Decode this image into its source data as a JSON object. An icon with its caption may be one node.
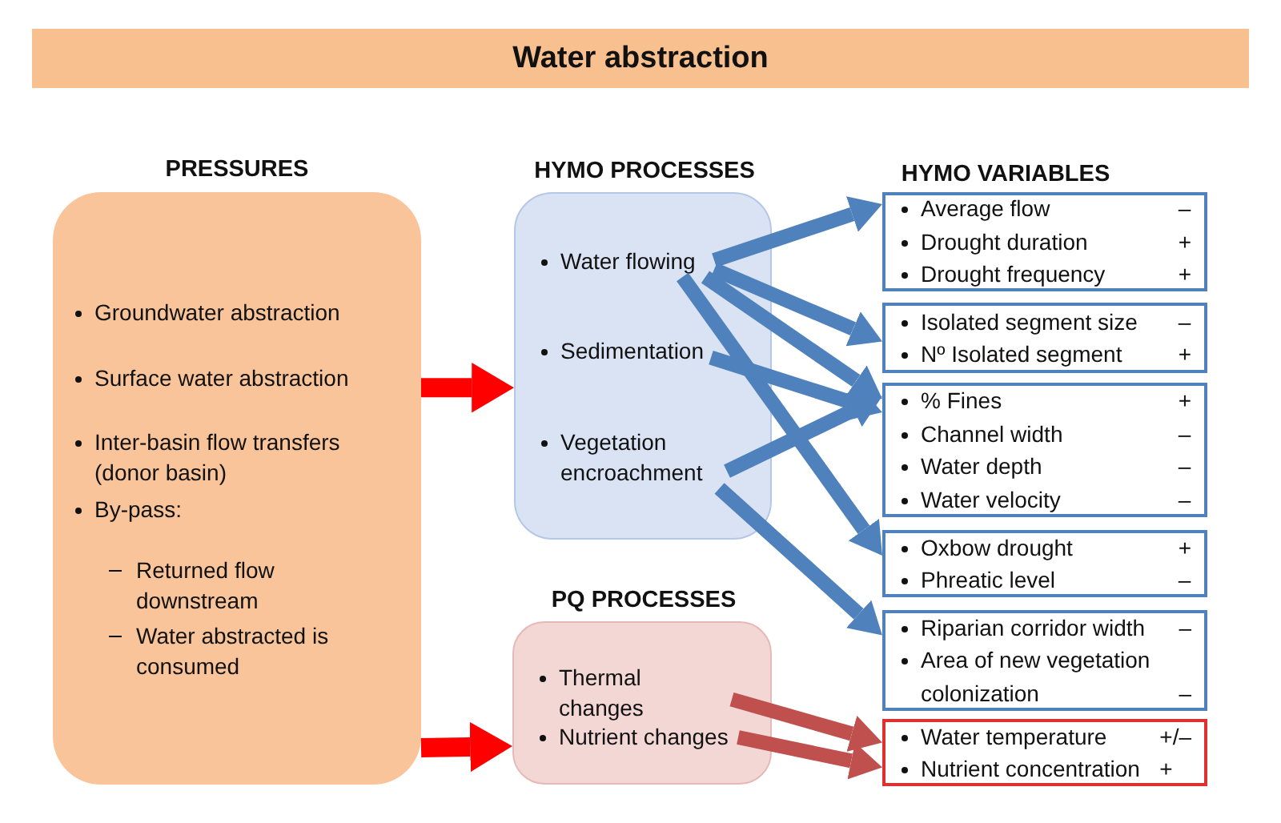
{
  "diagram": {
    "title": "Water abstraction",
    "nodes": [
      {
        "text": [
          "PRESSURES",
          "Groundwater abstraction",
          "Surface water abstraction",
          "Inter-basin flow transfers (donor basin)",
          "By-pass:",
          "Returned flow downstream",
          "Water abstracted is consumed"
        ]
      },
      {
        "text": [
          "HYMO PROCESSES"
        ]
      },
      {
        "text": [
          "Water flowing"
        ],
        "in": 1
      },
      {
        "text": [
          "Sedimentation"
        ],
        "in": 1
      },
      {
        "text": [
          "Vegetation encroachment"
        ],
        "in": 1
      },
      {
        "text": [
          "PQ PROCESSES"
        ]
      },
      {
        "text": [
          "Thermal changes"
        ],
        "in": 5
      },
      {
        "text": [
          "Nutrient changes"
        ],
        "in": 5
      },
      {
        "text": [
          "Average flow",
          "–",
          "Drought duration",
          "+",
          "Drought frequency",
          "+"
        ]
      },
      {
        "text": [
          "Isolated segment size",
          "–",
          "Nº Isolated segment",
          "+"
        ]
      },
      {
        "text": [
          "% Fines",
          "+",
          "Channel width",
          "–",
          "Water depth",
          "–",
          "Water velocity",
          "–"
        ]
      },
      {
        "text": [
          "Oxbow drought",
          "+",
          "Phreatic level",
          "–"
        ]
      },
      {
        "text": [
          "Riparian corridor width",
          "–",
          "Area of new vegetation colonization",
          "–"
        ]
      },
      {
        "text": [
          "Water temperature",
          "+/–",
          "Nutrient concentration",
          "+"
        ]
      }
    ],
    "edges": [
      {
        "from": 0,
        "to": 1,
        "arrow": "to",
        "color": "#ff0000"
      },
      {
        "from": 0,
        "to": 5,
        "arrow": "to",
        "color": "#ff0000"
      },
      {
        "from": 2,
        "to": 8,
        "arrow": "to"
      },
      {
        "from": 2,
        "to": 9,
        "arrow": "to"
      },
      {
        "from": 2,
        "to": 10,
        "arrow": "to"
      },
      {
        "from": 2,
        "to": 11,
        "arrow": "to"
      },
      {
        "from": 3,
        "to": 10,
        "arrow": "to"
      },
      {
        "from": 4,
        "to": 10,
        "arrow": "to"
      },
      {
        "from": 4,
        "to": 12,
        "arrow": "to"
      },
      {
        "from": 6,
        "to": 13,
        "arrow": "to",
        "color": "#c0504d"
      },
      {
        "from": 7,
        "to": 13,
        "arrow": "to",
        "color": "#c0504d"
      }
    ],
    "labels": [
      "HYMO VARIABLES"
    ]
  }
}
